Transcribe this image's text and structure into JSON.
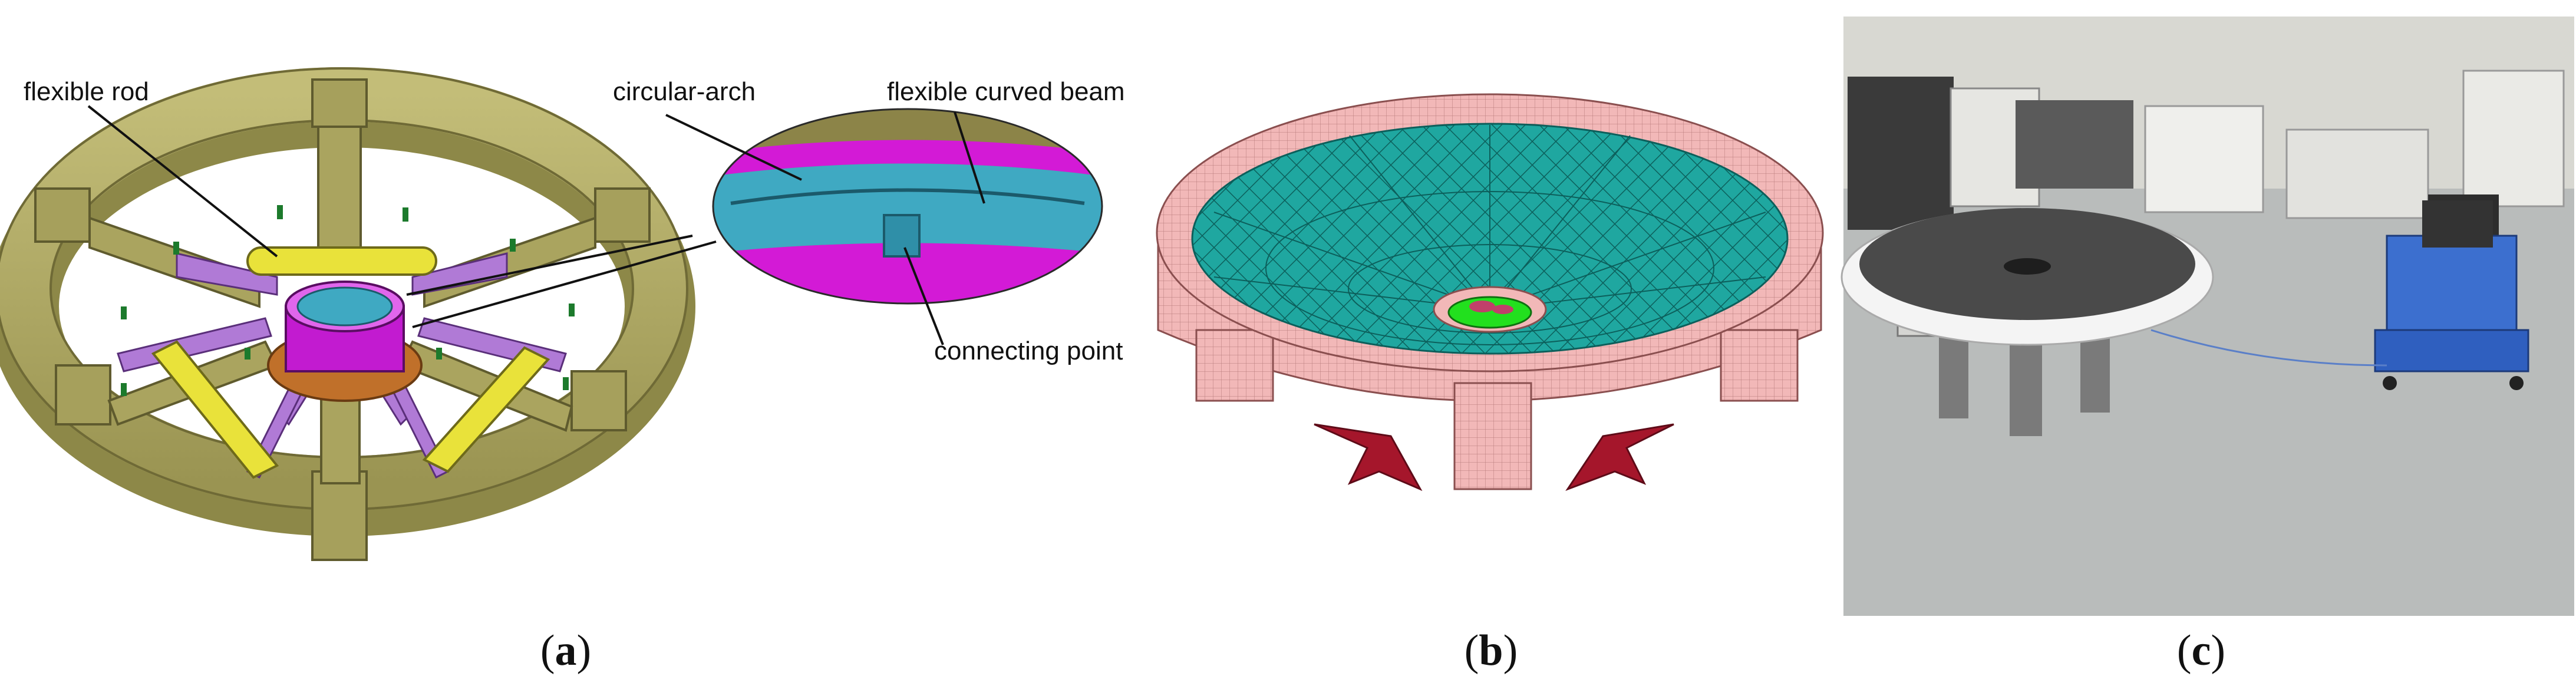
{
  "panels": {
    "a": {
      "caption_open": "(",
      "caption_letter": "a",
      "caption_close": ")",
      "callouts": {
        "flexible_rod": "flexible rod",
        "circular_arch": "circular-arch",
        "flexible_curved_beam": "flexible curved beam",
        "connecting_point": "connecting point"
      },
      "colors": {
        "frame": "#b7b16a",
        "frame_dark": "#8d8848",
        "rod": "#e9e23a",
        "arm": "#b07ad6",
        "hub": "#c21bd0",
        "hub_base": "#c0702a",
        "teal": "#3fa9c2",
        "magenta": "#d31ad6",
        "olive": "#8c8448",
        "marker": "#1c7a2c"
      }
    },
    "b": {
      "caption_open": "(",
      "caption_letter": "b",
      "caption_close": ")",
      "colors": {
        "mesh_pink": "#f2b8b8",
        "mesh_teal": "#1fa7a0",
        "hub_green": "#22e01e",
        "bracket": "#a5162b"
      }
    },
    "c": {
      "caption_open": "(",
      "caption_letter": "c",
      "caption_close": ")",
      "colors": {
        "floor": "#b9bcbb",
        "wall": "#d8d8d2",
        "disc_top": "#4a4a4a",
        "disc_rim": "#f4f4f4",
        "cart": "#3c6fcf"
      }
    }
  }
}
